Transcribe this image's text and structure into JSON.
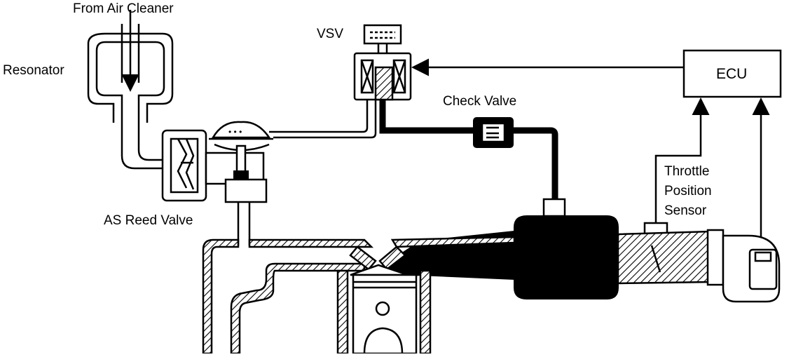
{
  "labels": {
    "from_air_cleaner": "From Air Cleaner",
    "resonator": "Resonator",
    "vsv": "VSV",
    "check_valve": "Check Valve",
    "ecu": "ECU",
    "throttle_position_sensor": [
      "Throttle",
      "Position",
      "Sensor"
    ],
    "as_reed_valve": "AS Reed Valve"
  },
  "colors": {
    "line": "#000000",
    "background": "#ffffff"
  }
}
